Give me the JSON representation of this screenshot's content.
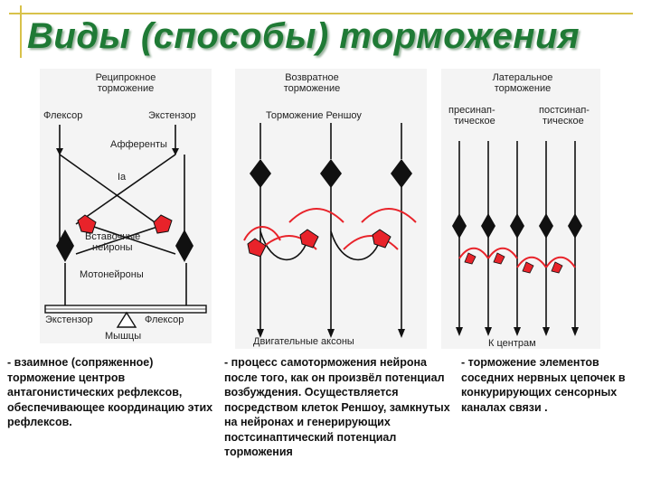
{
  "slide": {
    "title": "Виды (способы) торможения",
    "accent_color": "#1f7a35",
    "frame_color": "#d8c24a"
  },
  "panel_reciprocal": {
    "header_line1": "Реципрокное",
    "header_line2": "торможение",
    "label_flexor_top": "Флексор",
    "label_extensor_top": "Экстензор",
    "label_afferents": "Афференты",
    "label_ia": "Ia",
    "label_interneurons_line1": "Вставочные",
    "label_interneurons_line2": "нейроны",
    "label_motoneurons": "Мотонейроны",
    "label_extensor_bottom": "Экстензор",
    "label_flexor_bottom": "Флексор",
    "label_muscles": "Мышцы",
    "description": "- взаимное (сопряженное) торможение центров антагонистических рефлексов, обеспечивающее координацию этих рефлексов."
  },
  "panel_recurrent": {
    "header_line1": "Возвратное",
    "header_line2": "торможение",
    "label_renshaw": "Торможение Реншоу",
    "label_axons": "Двигательные аксоны",
    "description": "- процесс самоторможения нейрона после того, как он произвёл потенциал возбуждения. Осуществляется посредством клеток Реншоу, замкнутых на нейронах и генерирующих постсинаптический потенциал торможения"
  },
  "panel_lateral": {
    "header_line1": "Латеральное",
    "header_line2": "торможение",
    "label_presynaptic_line1": "пресинап-",
    "label_presynaptic_line2": "тическое",
    "label_postsynaptic_line1": "постсинап-",
    "label_postsynaptic_line2": "тическое",
    "label_to_centers": "К центрам",
    "description": "- торможение элементов соседних нервных цепочек в конкурирующих сенсорных каналах связи ."
  }
}
